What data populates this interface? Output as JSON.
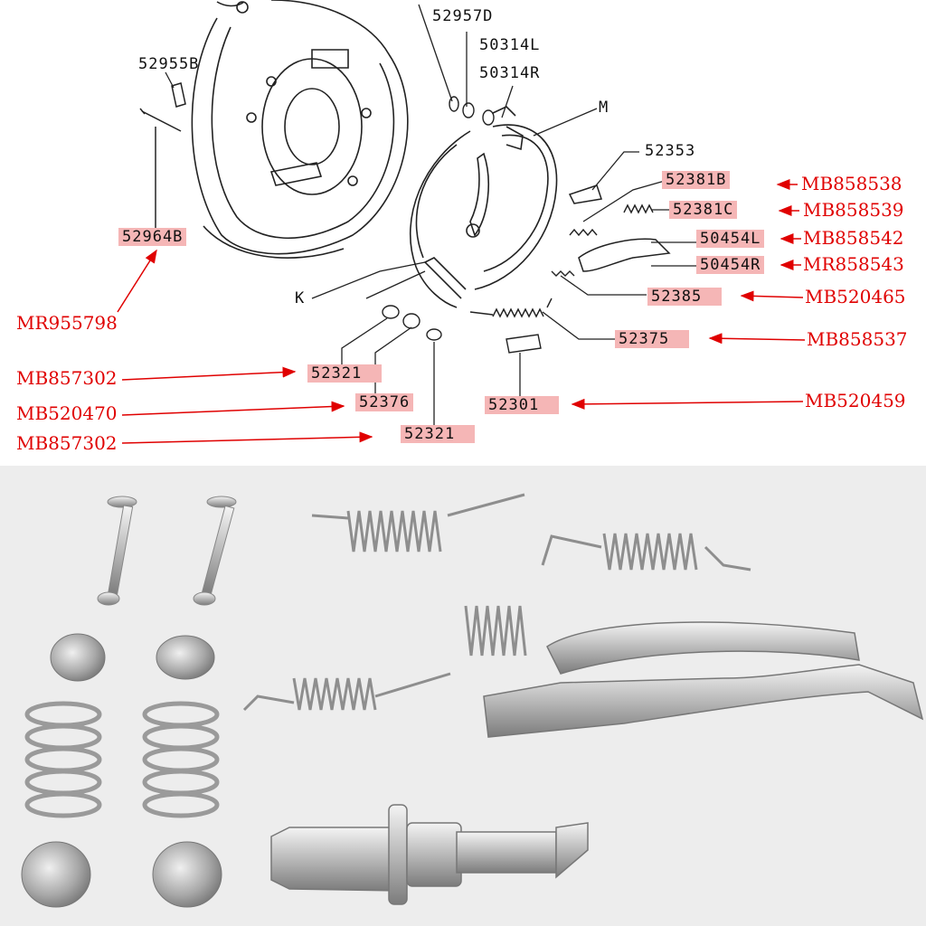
{
  "diagram": {
    "callouts": {
      "c52955B": "52955B",
      "c52957D": "52957D",
      "c50314L": "50314L",
      "c50314R": "50314R",
      "cM": "M",
      "c52353": "52353",
      "c52381B": "52381B",
      "c52381C": "52381C",
      "c50454L": "50454L",
      "c50454R": "50454R",
      "c52385": "52385",
      "c52375": "52375",
      "c52301": "52301",
      "c52321a": "52321",
      "c52376": "52376",
      "c52321b": "52321",
      "c52964B": "52964B",
      "cK": "K"
    },
    "oem_numbers": {
      "o52381B": "MB858538",
      "o52381C": "MB858539",
      "o50454L": "MB858542",
      "o50454R": "MR858543",
      "o52385": "MB520465",
      "o52375": "MB858537",
      "o52301": "MB520459",
      "o52964B": "MR955798",
      "o52321a": "MB857302",
      "o52376": "MB520470",
      "o52321b": "MB857302"
    },
    "colors": {
      "highlight": "#f5b6b6",
      "oem_text": "#e00000",
      "arrow": "#e00000",
      "line_art": "#222222"
    }
  }
}
